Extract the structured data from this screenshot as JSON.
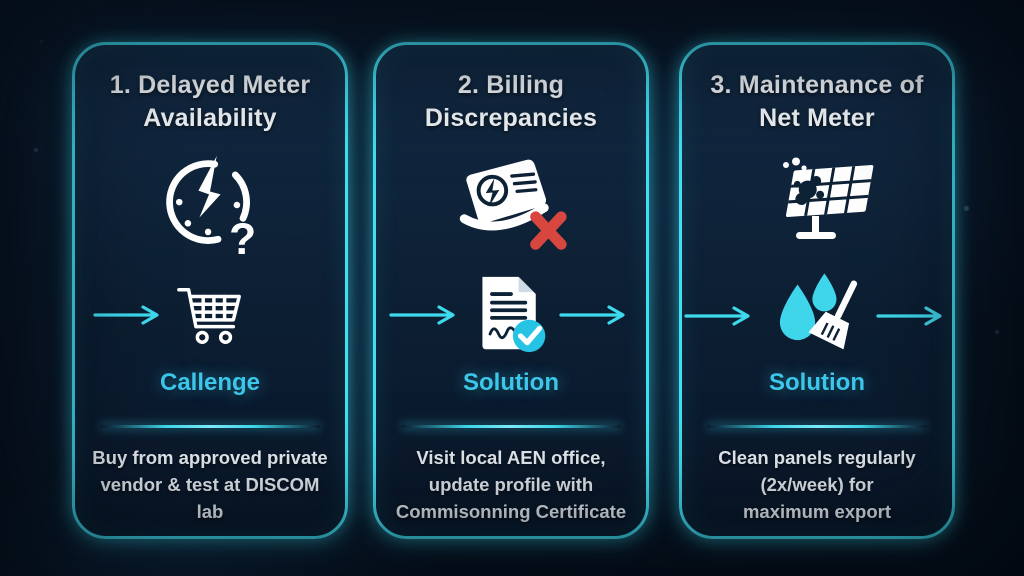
{
  "colors": {
    "background": "#0a1828",
    "card_background": "#0c2036",
    "neon_border": "#41dff2",
    "accent_cyan": "#3cc6ea",
    "title_text": "#f3f7fa",
    "body_text": "#e9eff5",
    "error_red": "#d8473f",
    "droplet_cyan": "#3fd6ec",
    "check_cyan": "#26c3e4"
  },
  "icons": {
    "card1_top": "delayed-clock-lightning-question-icon",
    "card1_flow": "shopping-cart-icon",
    "card2_top": "rejected-electricity-bill-icon",
    "card2_flow": "signed-document-check-icon",
    "card3_top": "dirty-solar-panel-icon",
    "card3_flow": "water-drops-broom-cleaning-icon",
    "flow_arrow": "right-arrow-icon"
  },
  "cards": [
    {
      "title": "1. Delayed Meter\nAvailability",
      "label": "Callenge",
      "description": "Buy from approved private\nvendor & test at DISCOM lab"
    },
    {
      "title": "2. Billing\nDiscrepancies",
      "label": "Solution",
      "description": "Visit local AEN office,\nupdate profile with\nCommisonning Certificate"
    },
    {
      "title": "3. Maintenance of\nNet Meter",
      "label": "Solution",
      "description": "Clean panels regularly\n(2x/week) for\nmaximum export"
    }
  ]
}
